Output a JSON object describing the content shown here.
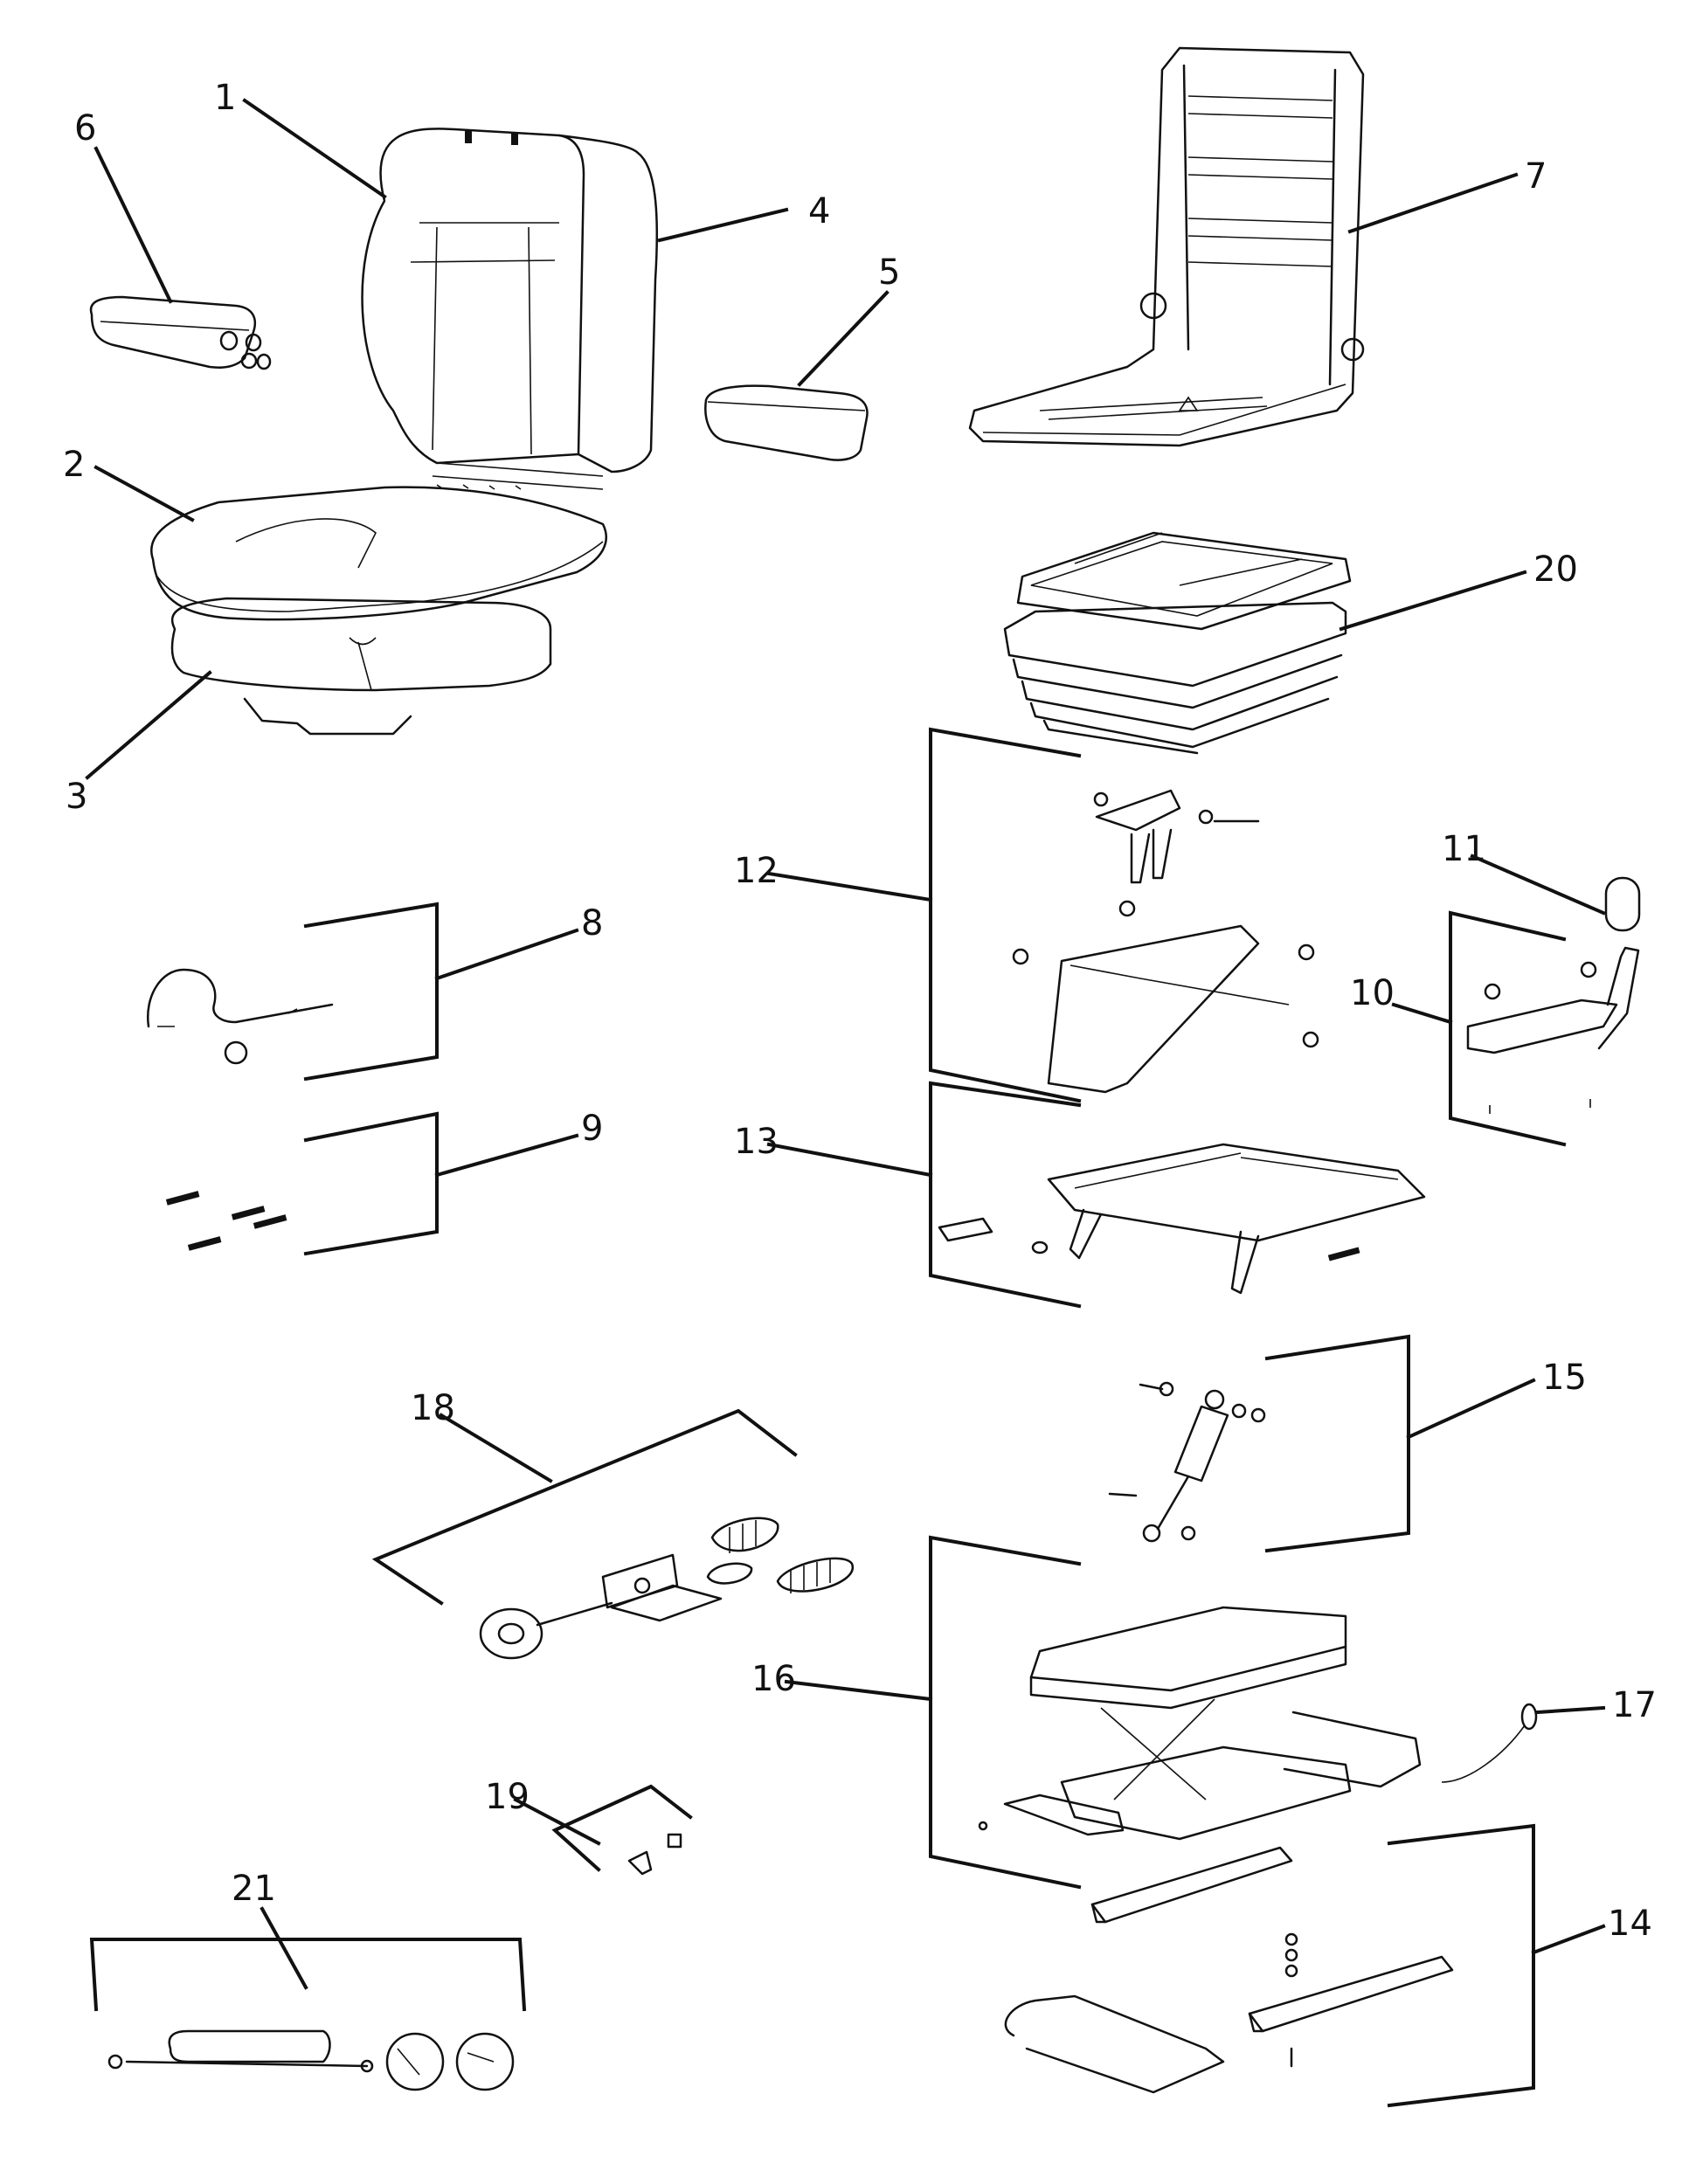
{
  "callouts": {
    "c1": "1",
    "c2": "2",
    "c3": "3",
    "c4": "4",
    "c5": "5",
    "c6": "6",
    "c7": "7",
    "c8": "8",
    "c9": "9",
    "c10": "10",
    "c11": "11",
    "c12": "12",
    "c13": "13",
    "c14": "14",
    "c15": "15",
    "c16": "16",
    "c17": "17",
    "c18": "18",
    "c19": "19",
    "c20": "20",
    "c21": "21"
  },
  "colors": {
    "ink": "#111111",
    "background": "#ffffff"
  }
}
